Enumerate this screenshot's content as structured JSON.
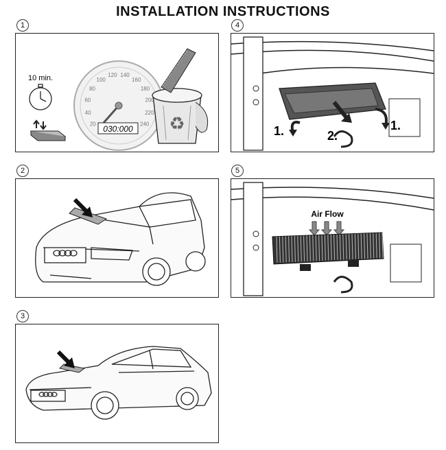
{
  "title": "INSTALLATION INSTRUCTIONS",
  "steps": {
    "s1": "1",
    "s2": "2",
    "s3": "3",
    "s4": "4",
    "s5": "5"
  },
  "panel1": {
    "time_label": "10 min.",
    "odometer": "030:000",
    "speed_ticks": [
      "20",
      "40",
      "60",
      "80",
      "100",
      "120",
      "140",
      "160",
      "180",
      "200",
      "220",
      "240"
    ]
  },
  "panel4": {
    "marker_left": "1.",
    "marker_mid": "2.",
    "marker_right": "1."
  },
  "panel5": {
    "airflow_label": "Air Flow"
  }
}
